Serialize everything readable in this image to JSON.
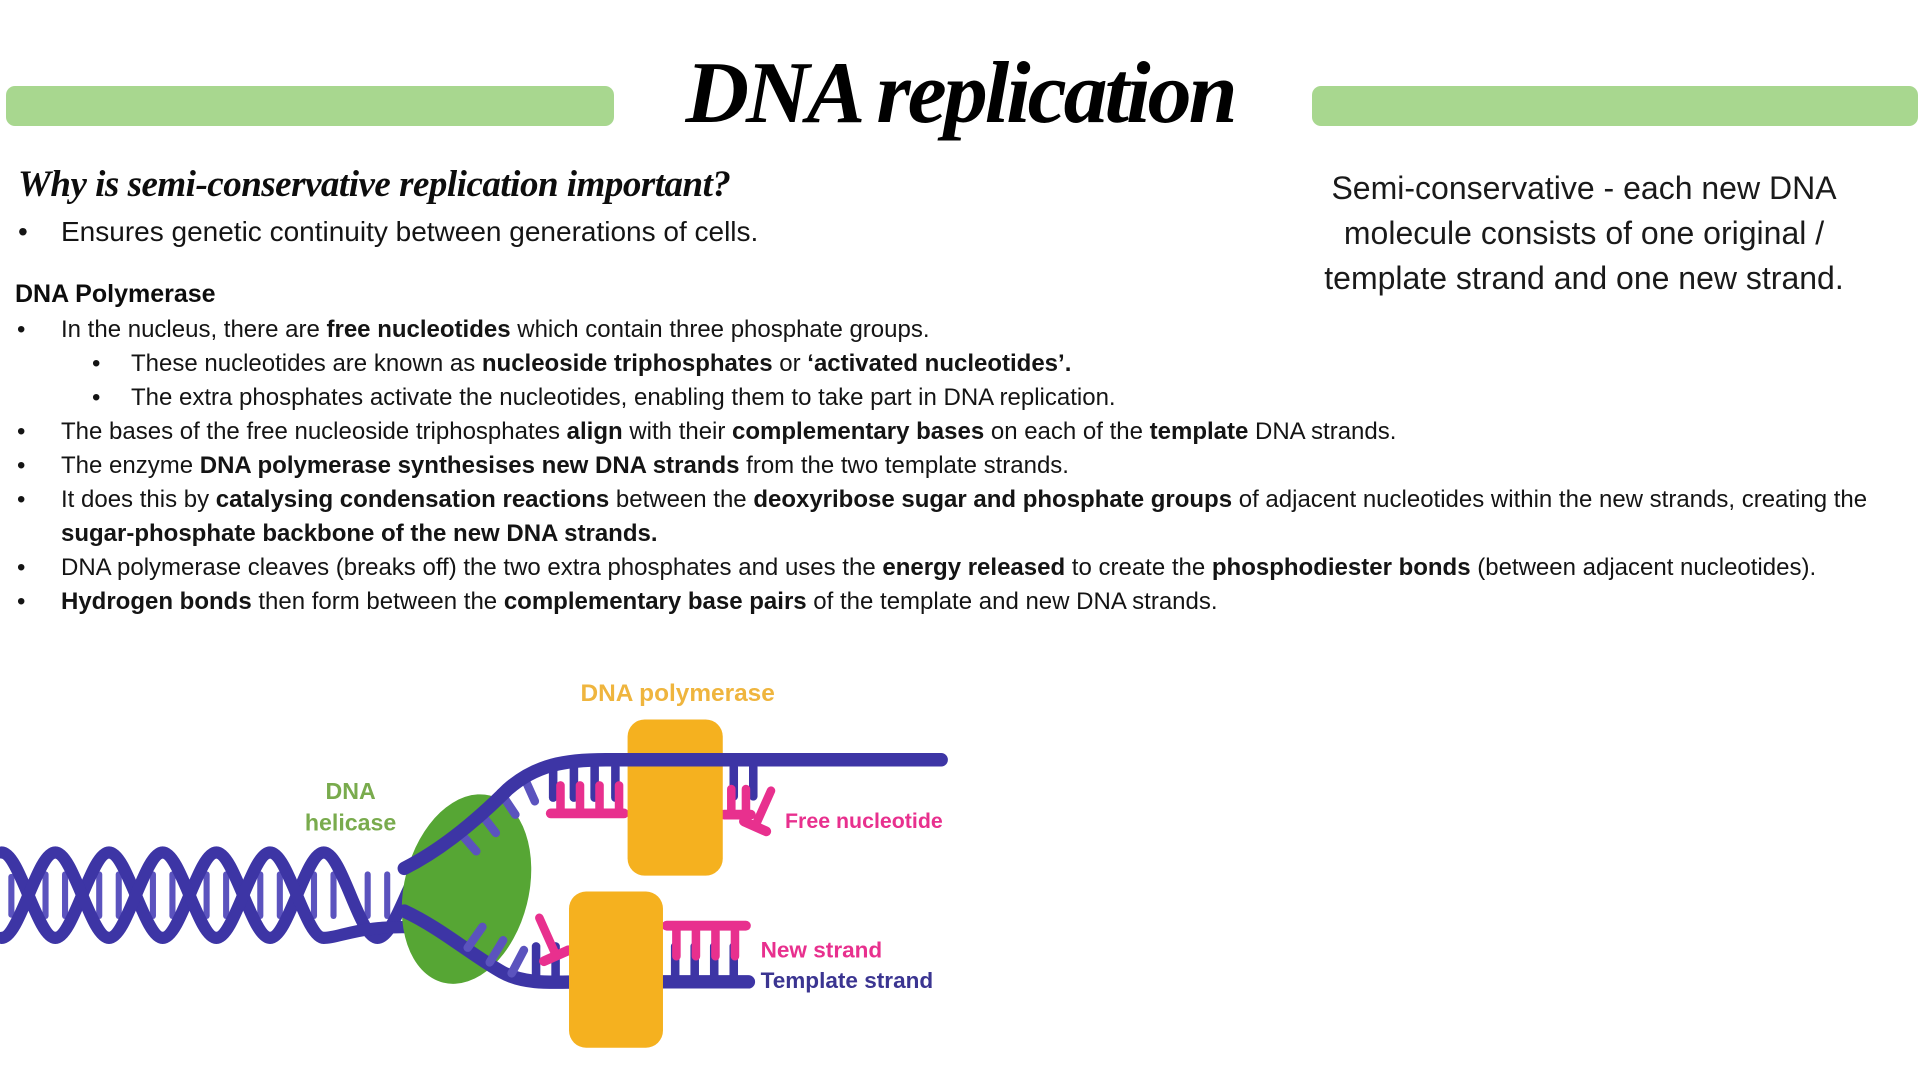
{
  "slide": {
    "title": "DNA replication",
    "question_heading": "Why is semi-conservative replication important?",
    "answer_bullet": "Ensures genetic continuity between generations of cells.",
    "side_note": {
      "lines": [
        "Semi-conservative - each new DNA",
        "molecule consists of one original /",
        "template strand and one new strand."
      ]
    },
    "section_heading": "DNA Polymerase",
    "bullets": [
      {
        "level": 1,
        "text": "In the nucleus, there are **free nucleotides** which contain three phosphate groups."
      },
      {
        "level": 2,
        "text": "These nucleotides are known as **nucleoside triphosphates** or **‘activated nucleotides’.**"
      },
      {
        "level": 2,
        "text": "The extra phosphates activate the nucleotides, enabling them to take part in DNA replication."
      },
      {
        "level": 1,
        "text": "The bases of the free nucleoside triphosphates **align** with their **complementary bases** on each of the **template** DNA strands."
      },
      {
        "level": 1,
        "text": "The enzyme **DNA polymerase synthesises new DNA strands** from the two template strands."
      },
      {
        "level": 1,
        "text": "It does this by **catalysing condensation reactions** between the **deoxyribose sugar and phosphate groups** of adjacent nucleotides within the new strands, creating the **sugar-phosphate backbone of the new DNA strands.**"
      },
      {
        "level": 1,
        "text": "DNA polymerase cleaves (breaks off) the two extra phosphates and uses the **energy released** to create the **phosphodiester bonds** (between adjacent nucleotides)."
      },
      {
        "level": 1,
        "text": "**Hydrogen bonds** then form between the **complementary base pairs** of the template and new DNA strands."
      }
    ]
  },
  "diagram": {
    "labels": {
      "polymerase": "DNA polymerase",
      "helicase_line1": "DNA",
      "helicase_line2": "helicase",
      "free_nucleotide": "Free nucleotide",
      "new_strand": "New strand",
      "template_strand": "Template strand"
    },
    "colors": {
      "strand_purple": "#3D35A5",
      "rung_purple": "#5B53BE",
      "new_strand_pink": "#E8308E",
      "polymerase_gold": "#F5B11F",
      "polymerase_label_gold": "#EFB53E",
      "helicase_green": "#56A634",
      "helicase_label_green": "#79AB4D",
      "template_label_navy": "#3B3591",
      "accent_bar_green": "#A8D78F"
    }
  }
}
